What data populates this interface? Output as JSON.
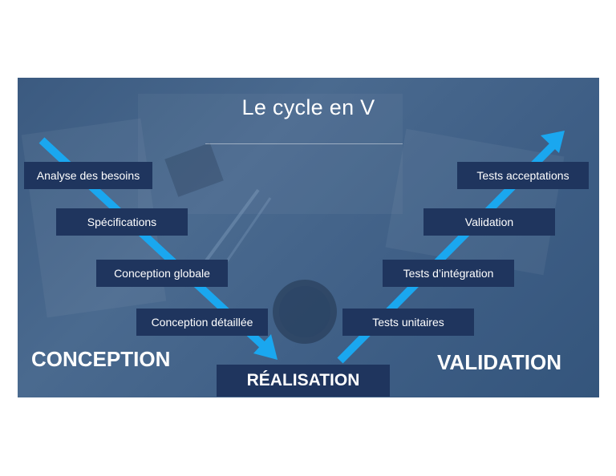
{
  "title": "Le cycle en V",
  "conception_steps": [
    "Analyse des besoins",
    "Spécifications",
    "Conception globale",
    "Conception détaillée"
  ],
  "validation_steps": [
    "Tests unitaires",
    "Tests d’intégration",
    "Validation",
    "Tests acceptations"
  ],
  "phase_left": "CONCEPTION",
  "phase_right": "VALIDATION",
  "bottom": "RÉALISATION",
  "colors": {
    "background": "#3f5f86",
    "box": "#1f355e",
    "arrow": "#1aa7ef",
    "text": "#ffffff"
  }
}
